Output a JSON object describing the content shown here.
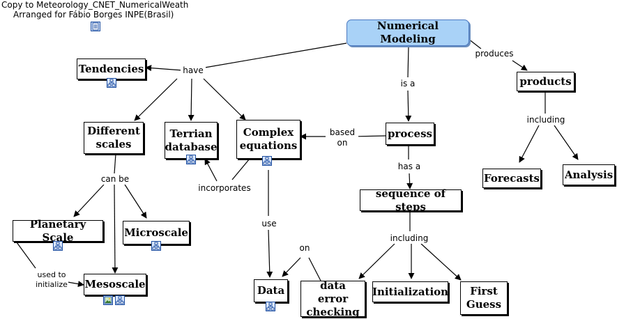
{
  "header": {
    "line1": "Copy to Meteorology_CNET_NumericalWeath",
    "line2": "Arranged for Fábio Borges INPE(Brasil)"
  },
  "concepts": {
    "numerical_modeling": "Numerical Modeling",
    "tendencies": "Tendencies",
    "products": "products",
    "different_scales": "Different scales",
    "terrian_database": "Terrian database",
    "complex_equations": "Complex equations",
    "process": "process",
    "forecasts": "Forecasts",
    "analysis": "Analysis",
    "sequence_of_steps": "sequence of steps",
    "planetary_scale": "Planetary Scale",
    "microscale": "Microscale",
    "mesoscale": "Mesoscale",
    "data": "Data",
    "data_error_checking": "data error checking",
    "initialization": "Initialization",
    "first_guess": "First Guess"
  },
  "phrases": {
    "have": "have",
    "produces": "produces",
    "is_a": "is a",
    "based_on": "based on",
    "has_a": "has a",
    "including_products": "including",
    "can_be": "can be",
    "incorporates": "incorporates",
    "use": "use",
    "on": "on",
    "including_steps": "including",
    "used_to_initialize": "used to initialize"
  },
  "colors": {
    "main_fill": "#a9d2f7",
    "main_border": "#4a78c0",
    "resource_icon": "#1f4fa0"
  },
  "icons": {
    "header_resource": "document-icon",
    "concept_resource": "concept-map-icon",
    "image_resource": "image-icon"
  }
}
